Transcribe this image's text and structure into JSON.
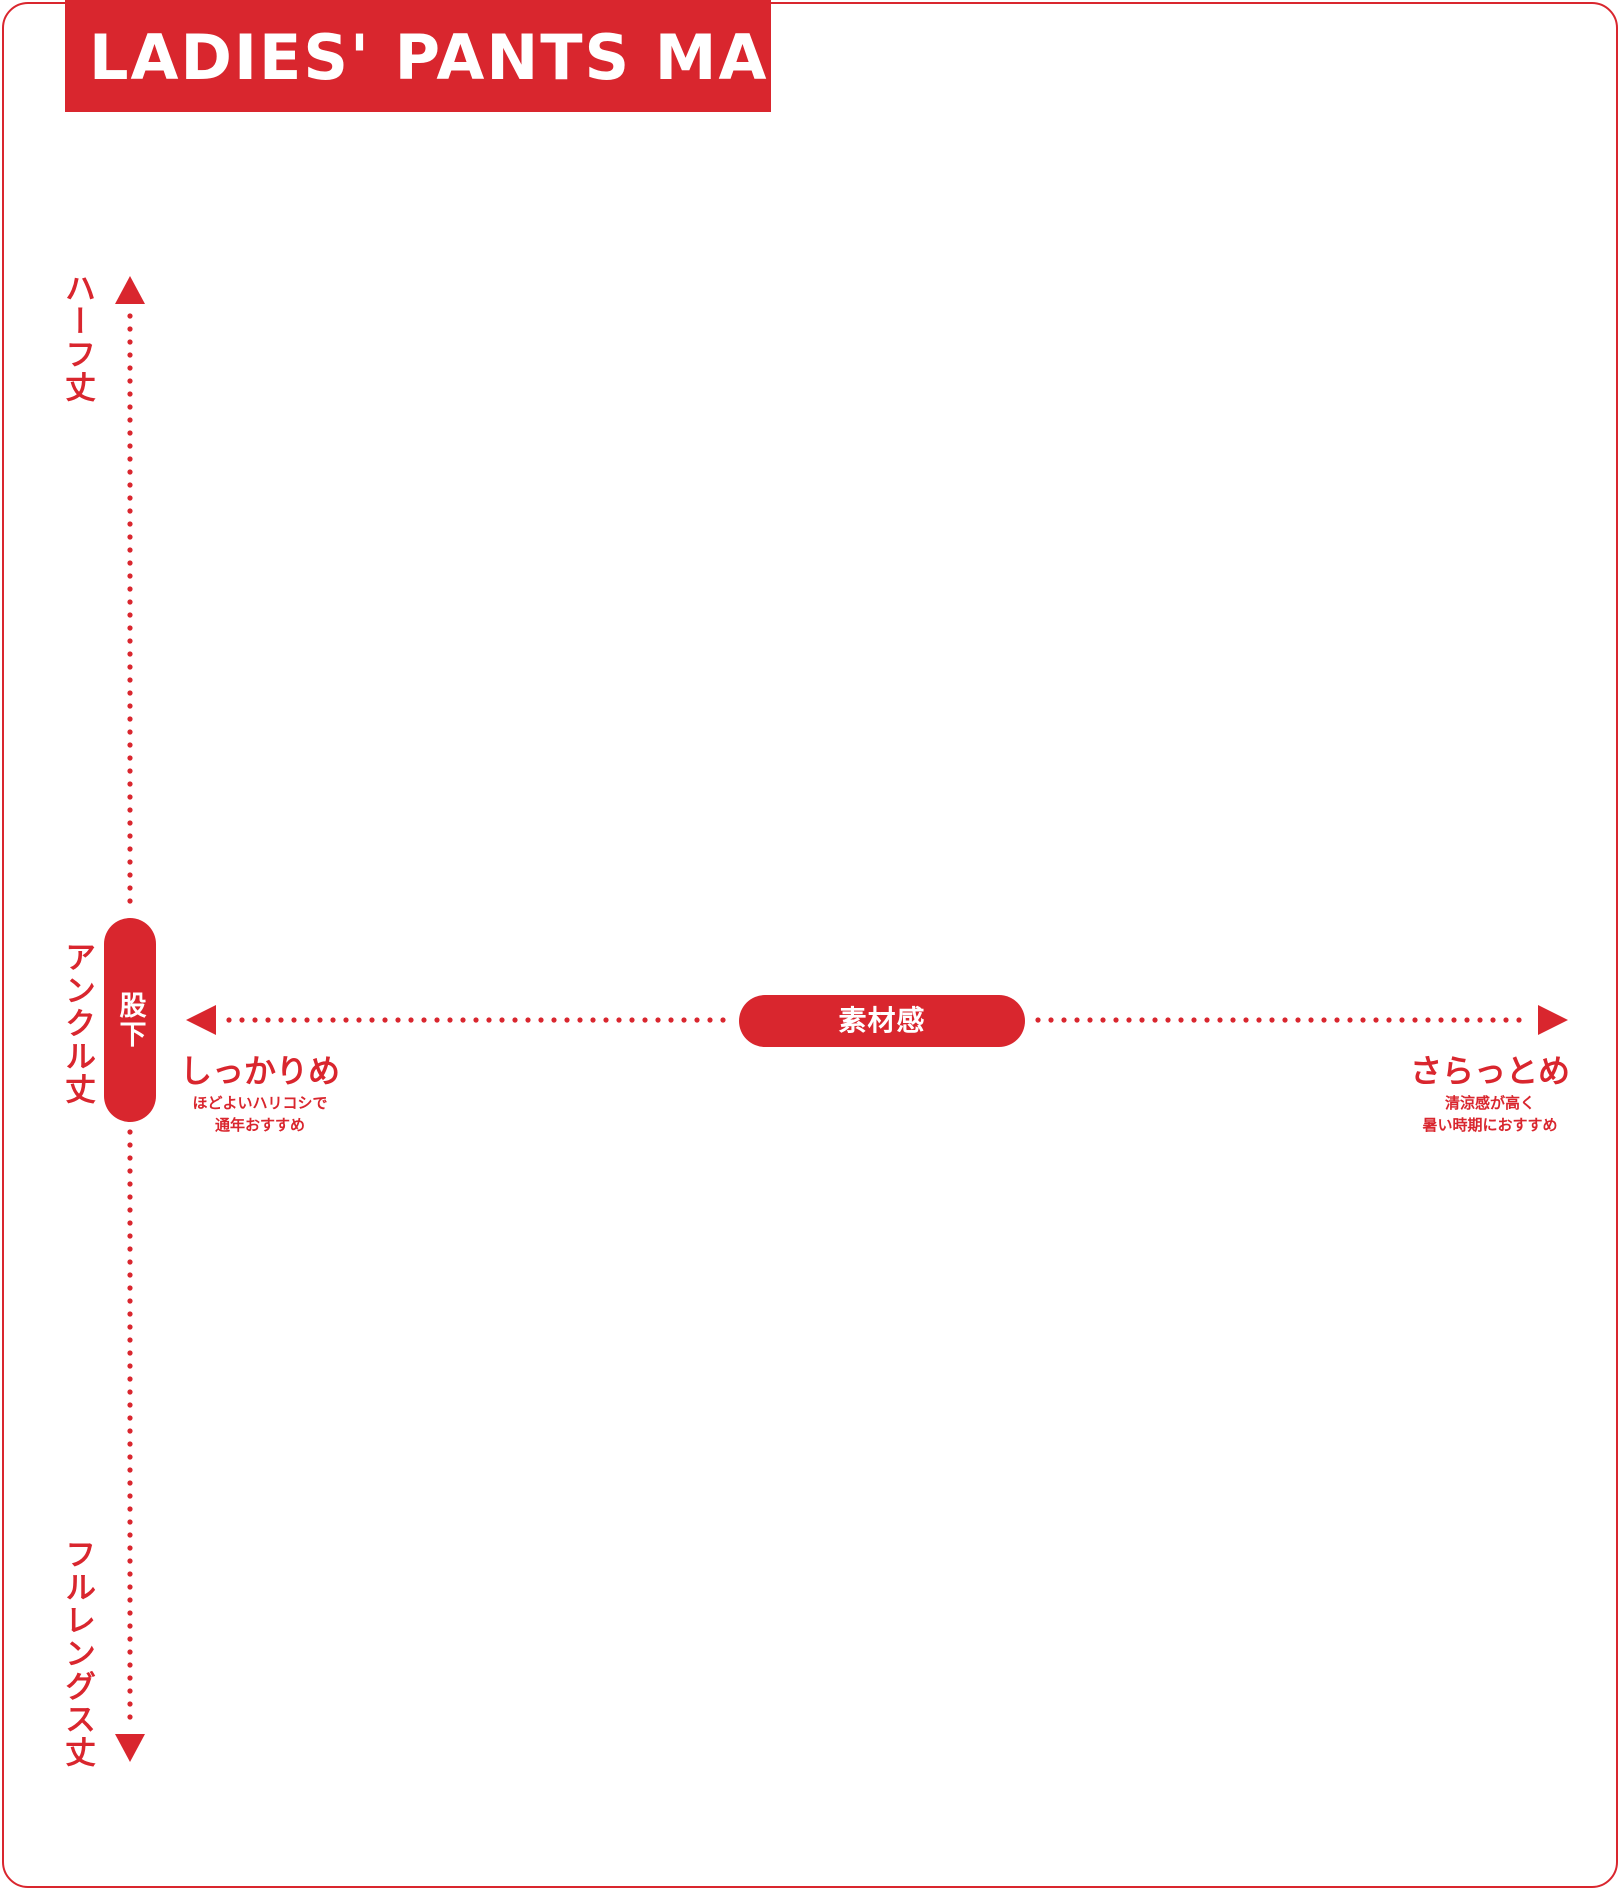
{
  "title": "LADIES' PANTS MAP",
  "colors": {
    "accent": "#d9262e",
    "background": "#ffffff"
  },
  "vertical_axis": {
    "label": "股下",
    "top": "ハーフ丈",
    "middle": "アンクル丈",
    "bottom": "フルレングス丈"
  },
  "horizontal_axis": {
    "label": "素材感",
    "left": {
      "title": "しっかりめ",
      "desc_line1": "ほどよいハリコシで",
      "desc_line2": "通年おすすめ"
    },
    "right": {
      "title": "さらっとめ",
      "desc_line1": "清涼感が高く",
      "desc_line2": "暑い時期におすすめ"
    }
  }
}
